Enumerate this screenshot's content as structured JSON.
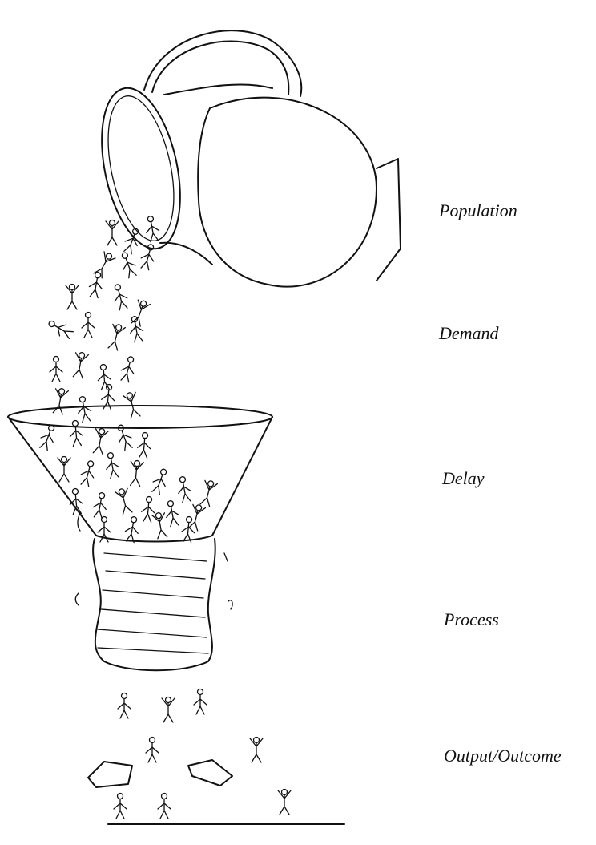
{
  "stages": [
    {
      "id": "population",
      "label": "Population"
    },
    {
      "id": "demand",
      "label": "Demand"
    },
    {
      "id": "delay",
      "label": "Delay"
    },
    {
      "id": "process",
      "label": "Process"
    },
    {
      "id": "outcome",
      "label": "Output/Outcome"
    }
  ],
  "colors": {
    "ink": "#111111",
    "background": "#ffffff"
  }
}
